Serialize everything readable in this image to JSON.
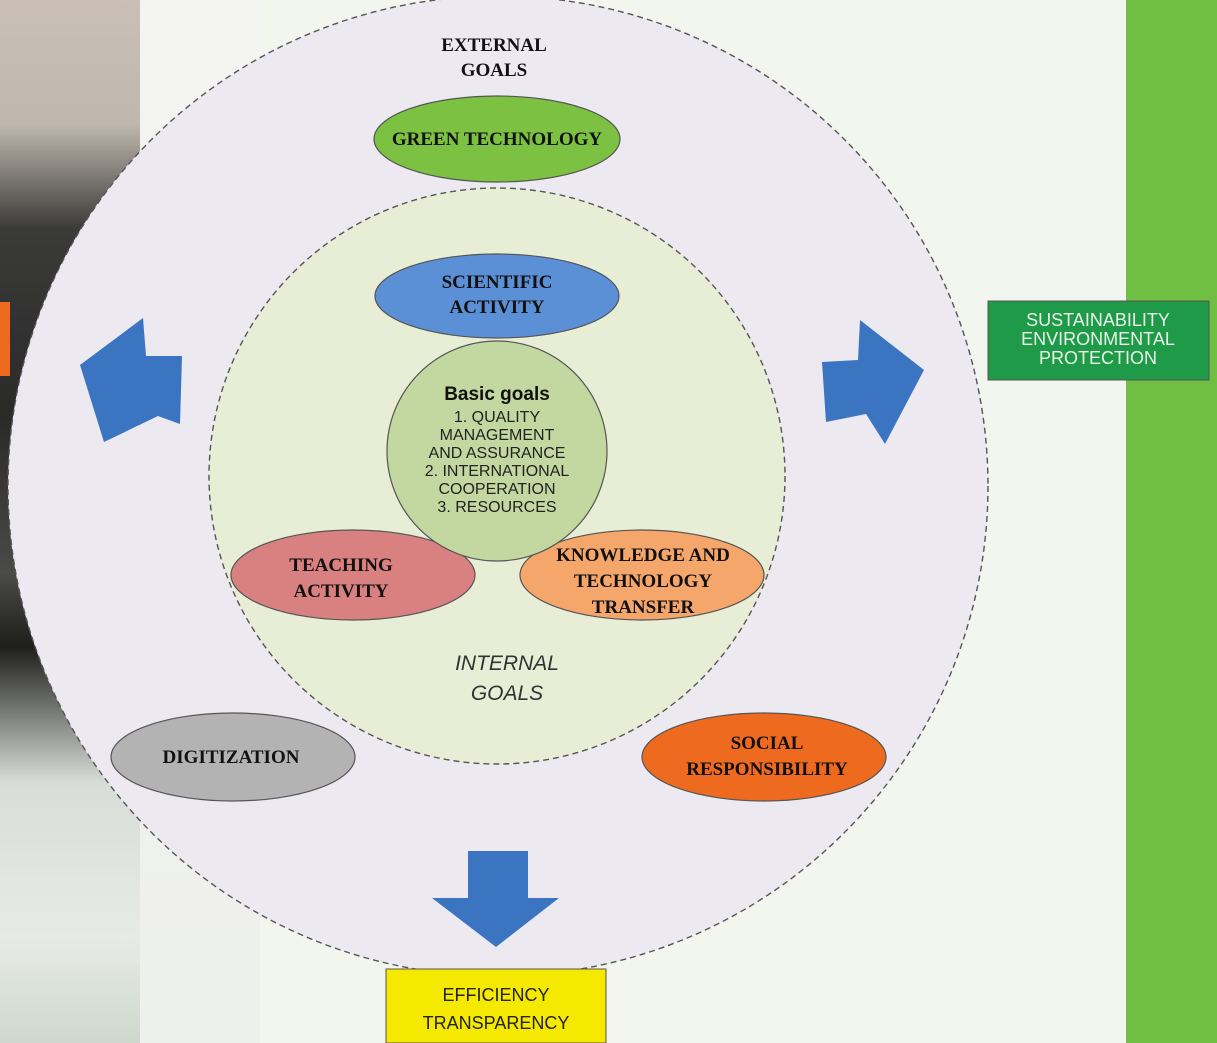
{
  "external_goals": {
    "line1": "EXTERNAL",
    "line2": "GOALS"
  },
  "internal_goals": {
    "line1": "INTERNAL",
    "line2": "GOALS"
  },
  "basic_goals": {
    "title": "Basic goals",
    "lines": [
      "1. QUALITY",
      "MANAGEMENT",
      "AND ASSURANCE",
      "2. INTERNATIONAL",
      "COOPERATION",
      "3. RESOURCES"
    ]
  },
  "nodes": {
    "green_technology": {
      "label": "GREEN TECHNOLOGY",
      "color": "#7dc142"
    },
    "scientific_activity": {
      "line1": "SCIENTIFIC",
      "line2": "ACTIVITY",
      "color": "#5b8fd6"
    },
    "teaching_activity": {
      "line1": "TEACHING",
      "line2": "ACTIVITY",
      "color": "#d98080"
    },
    "knowledge_transfer": {
      "line1": "KNOWLEDGE AND",
      "line2": "TECHNOLOGY",
      "line3": "TRANSFER",
      "color": "#f4a66b"
    },
    "digitization": {
      "label": "DIGITIZATION",
      "color": "#b3b3b3"
    },
    "social_responsibility": {
      "line1": "SOCIAL",
      "line2": "RESPONSIBILITY",
      "color": "#ee6a1f"
    }
  },
  "outcomes": {
    "sustainability": {
      "line1": "SUSTAINABILITY",
      "line2": "ENVIRONMENTAL",
      "line3": "PROTECTION",
      "color": "#1e9a48"
    },
    "efficiency": {
      "line1": "EFFICIENCY",
      "line2": "TRANSPARENCY",
      "color": "#f5e900"
    }
  },
  "colors": {
    "outer_circle": "#ece9f1",
    "inner_circle": "#e8eed6",
    "basic_circle": "#c3d8a0",
    "arrow": "#3b74c1",
    "accent_green": "#70bf44"
  }
}
